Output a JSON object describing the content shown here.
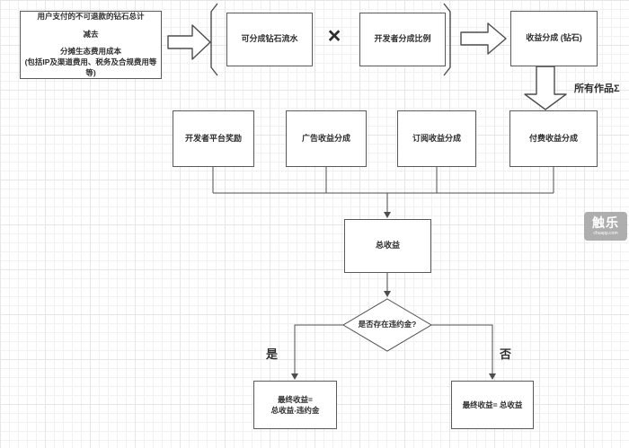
{
  "colors": {
    "line-color": "#4d4d4d",
    "border-color": "#5a5a5a",
    "text-color": "#2e2e2e",
    "grid-minor": "#f1f1f1",
    "grid-major": "#e6e6e6",
    "watermark-bg": "#a6a6a6"
  },
  "nodes": {
    "cost_summary": {
      "line1": "用户支付的不可退款的钻石总计",
      "line2": "减去",
      "line3": "分摊生态费用成本",
      "line4": "(包括IP及渠道费用、税务及合规费用等等)"
    },
    "divisible_flow": {
      "label": "可分成钻石流水"
    },
    "developer_ratio": {
      "label": "开发者分成比例"
    },
    "revenue_share_diamond": {
      "label": "收益分成 (钻石)"
    },
    "platform_reward": {
      "label": "开发者平台奖励"
    },
    "ad_revenue": {
      "label": "广告收益分成"
    },
    "subscription_revenue": {
      "label": "订阅收益分成"
    },
    "paid_revenue": {
      "label": "付费收益分成"
    },
    "total_revenue": {
      "label": "总收益"
    },
    "penalty_decision": {
      "label": "是否存在违约金?"
    },
    "final_with_penalty": {
      "line1": "最终收益=",
      "line2": "总收益-违约金"
    },
    "final_no_penalty": {
      "label": "最终收益= 总收益"
    }
  },
  "labels": {
    "multiply": "×",
    "all_works_sigma": "所有作品Σ",
    "yes": "是",
    "no": "否"
  },
  "watermark": {
    "title": "触乐",
    "subtitle": "chuapp.com"
  }
}
